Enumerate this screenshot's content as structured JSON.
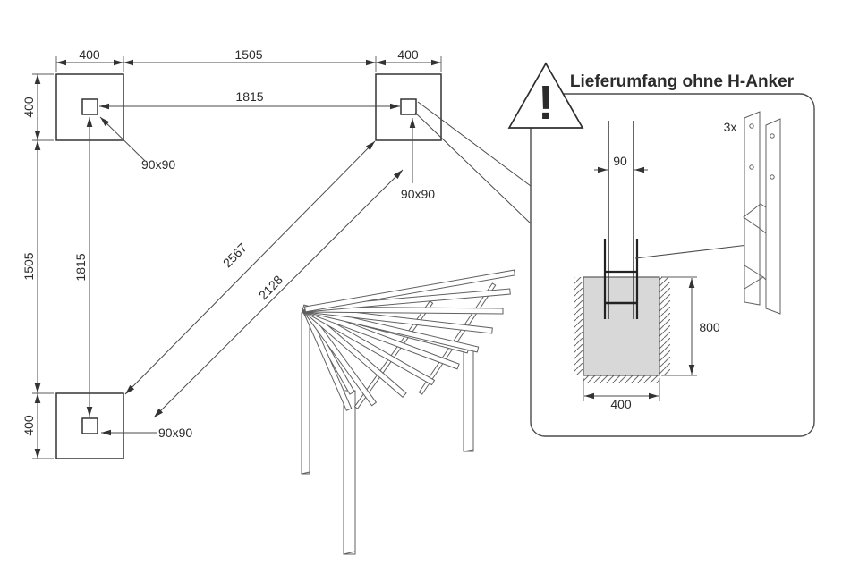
{
  "plan": {
    "dim_top": [
      "400",
      "1505",
      "400"
    ],
    "dim_left": [
      "400",
      "1505",
      "400"
    ],
    "dim_inner_horizontal": "1815",
    "dim_inner_vertical": "1815",
    "dim_diagonal_outer": "2567",
    "dim_diagonal_inner": "2128",
    "post_size_labels": [
      "90x90",
      "90x90",
      "90x90"
    ]
  },
  "callout": {
    "title": "Lieferumfang ohne H-Anker",
    "warning_mark": "!",
    "quantity_label": "3x",
    "dim_post_width": "90",
    "dim_footing_depth": "800",
    "dim_footing_width": "400"
  },
  "colors": {
    "line": "#3d3d3d",
    "concrete_fill": "#d8d8d8",
    "background": "#ffffff"
  }
}
